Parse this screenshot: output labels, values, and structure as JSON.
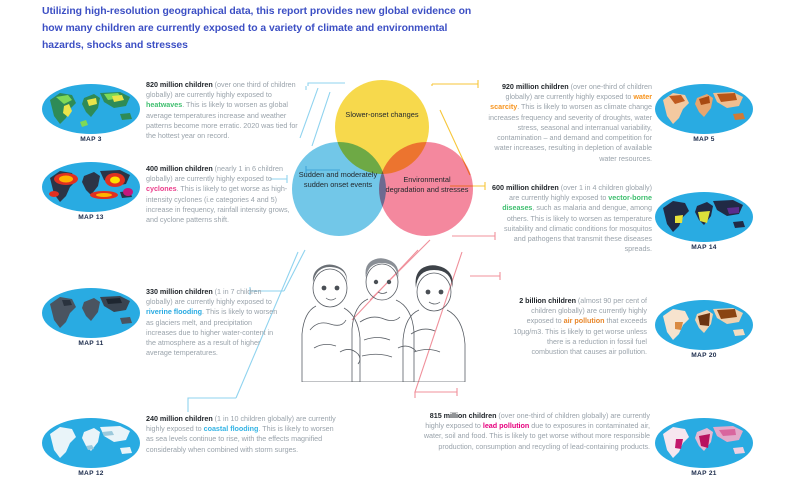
{
  "headline": "Utilizing high-resolution geographical data, this report provides new global evidence on how many children are currently exposed to a variety of climate and environmental hazards, shocks and stresses",
  "colors": {
    "headline": "#3C4FC4",
    "body_text": "#9AA3AB",
    "lead_text": "#23282D",
    "venn_slower_onset": "#F7D94C",
    "venn_sudden_events": "#72C7E8",
    "venn_environmental": "#F4889E",
    "ocean": "#29ABE2",
    "heatwave_accent": "#3FBF6F",
    "cyclone_accent": "#EB3E8C",
    "riverine_accent": "#29ABE2",
    "coastal_accent": "#35B4E5",
    "water_scarcity_accent": "#F7941E",
    "vector_borne_accent": "#3FBF6F",
    "air_pollution_accent": "#E8872B",
    "lead_pollution_accent": "#E6007E"
  },
  "venn": {
    "slower_onset": "Slower-onset changes",
    "sudden_events": "Sudden and moderately sudden onset events",
    "environmental": "Environmental degradation and stresses"
  },
  "left_blocks": [
    {
      "id": "heatwaves",
      "map_label": "MAP 3",
      "map_style": "multicolor-green-yellow",
      "lead": "820 million children",
      "accent_class": "hl-green",
      "accent_term": "heatwaves",
      "part1": " (over one third of children globally) are currently highly exposed to ",
      "part2": ". This is likely to worsen as global average temperatures increase and weather patterns become more erratic. 2020 was tied for the hottest year on record."
    },
    {
      "id": "cyclones",
      "map_label": "MAP 13",
      "map_style": "dark-red-orange",
      "lead": "400 million children",
      "accent_class": "hl-pink",
      "accent_term": "cyclones",
      "part1": " (nearly 1 in 6 children globally) are currently highly exposed to ",
      "part2": ". This is likely to get worse as high-intensity cyclones (i.e categories 4 and 5) increase in frequency, rainfall intensity grows, and cyclone patterns shift."
    },
    {
      "id": "riverine-flooding",
      "map_label": "MAP 11",
      "map_style": "grey-blue",
      "lead": "330 million children",
      "accent_class": "hl-blue",
      "accent_term": "riverine flooding",
      "part1": " (1 in 7 children globally) are currently highly exposed to ",
      "part2": ". This is likely to worsen as glaciers melt, and precipitation increases due to higher water-content in the atmosphere as a result of higher average temperatures."
    },
    {
      "id": "coastal-flooding",
      "map_label": "MAP 12",
      "map_style": "pale-blue",
      "lead": "240 million children",
      "accent_class": "hl-lblue",
      "accent_term": "coastal flooding",
      "part1": " (1 in 10 children globally) are currently highly exposed to ",
      "part2": ". This is likely to worsen as sea levels continue to rise, with the effects magnified considerably when combined with storm surges."
    }
  ],
  "right_blocks": [
    {
      "id": "water-scarcity",
      "map_label": "MAP 5",
      "map_style": "orange-brown",
      "lead": "920 million children",
      "accent_class": "hl-orange",
      "accent_term": "water scarcity",
      "part1": " (over one-third of children globally) are currently highly exposed to ",
      "part2": ". This is likely to worsen as climate change increases frequency and severity of droughts, water stress, seasonal and interranual variability, contamination – and demand and competition for water increases, resulting in depletion of available water resources."
    },
    {
      "id": "vector-borne-diseases",
      "map_label": "MAP 14",
      "map_style": "navy-yellow",
      "lead": "600 million children",
      "accent_class": "hl-teal",
      "accent_term": "vector-borne diseases",
      "part1": " (over 1 in 4 children globally) are currently highly exposed to ",
      "part2": ", such as malaria and dengue, among others. This is likely to worsen as temperature suitability and climatic conditions for mosquitos and pathogens that transmit these diseases spreads."
    },
    {
      "id": "air-pollution",
      "map_label": "MAP 20",
      "map_style": "brown-tan",
      "lead": "2 billion children",
      "accent_class": "hl-amber",
      "accent_term": "air pollution",
      "part1": " (almost 90 per cent of children globally) are currently highly exposed to ",
      "part2": " that exceeds 10µg/m3. This is likely to get worse unless there is a reduction in fossil fuel combustion that causes air pollution."
    },
    {
      "id": "lead-pollution",
      "map_label": "MAP 21",
      "map_style": "magenta-pink",
      "lead": "815 million children",
      "accent_class": "hl-magenta",
      "accent_term": "lead pollution",
      "part1": " (over one-third of children globally) are currently highly exposed to ",
      "part2": " due to exposures in contaminated air, water, soil and food. This is likely to get worse without more responsible production, consumption and recycling of lead-containing products."
    }
  ]
}
